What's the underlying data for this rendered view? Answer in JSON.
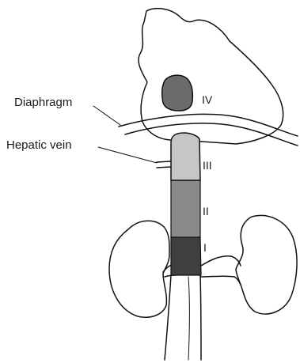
{
  "labels": {
    "diaphragm": "Diaphragm",
    "hepatic_vein": "Hepatic vein"
  },
  "segments": {
    "i": "I",
    "ii": "II",
    "iii": "III",
    "iv": "IV"
  },
  "colors": {
    "segment_i": "#3f3f3f",
    "segment_ii": "#8a8a8a",
    "segment_iii": "#c6c6c6",
    "segment_iv": "#6b6b6b",
    "outline": "#111111",
    "background": "#ffffff"
  }
}
